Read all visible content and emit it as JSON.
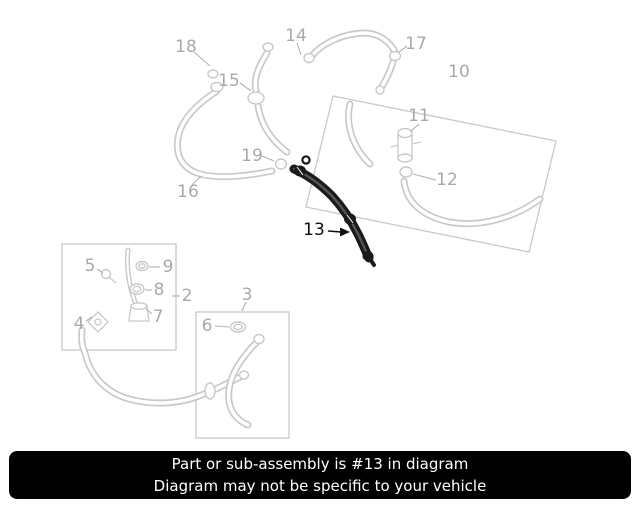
{
  "banner": {
    "line1": "Part or sub-assembly is #13 in diagram",
    "line2": "Diagram may not be specific to your vehicle"
  },
  "highlighted_part": "13",
  "colors": {
    "background": "#ffffff",
    "art_gray": "#c9c9c9",
    "label_gray": "#a9a9a9",
    "highlight_dark": "#1a1a1a",
    "banner_bg": "#000000",
    "banner_text": "#ffffff"
  },
  "callouts": [
    {
      "text": "18"
    },
    {
      "text": "14"
    },
    {
      "text": "17"
    },
    {
      "text": "15"
    },
    {
      "text": "10"
    },
    {
      "text": "11"
    },
    {
      "text": "19"
    },
    {
      "text": "12"
    },
    {
      "text": "16"
    },
    {
      "text": "13"
    },
    {
      "text": "5"
    },
    {
      "text": "9"
    },
    {
      "text": "8"
    },
    {
      "text": "2"
    },
    {
      "text": "3"
    },
    {
      "text": "4"
    },
    {
      "text": "7"
    },
    {
      "text": "6"
    }
  ]
}
